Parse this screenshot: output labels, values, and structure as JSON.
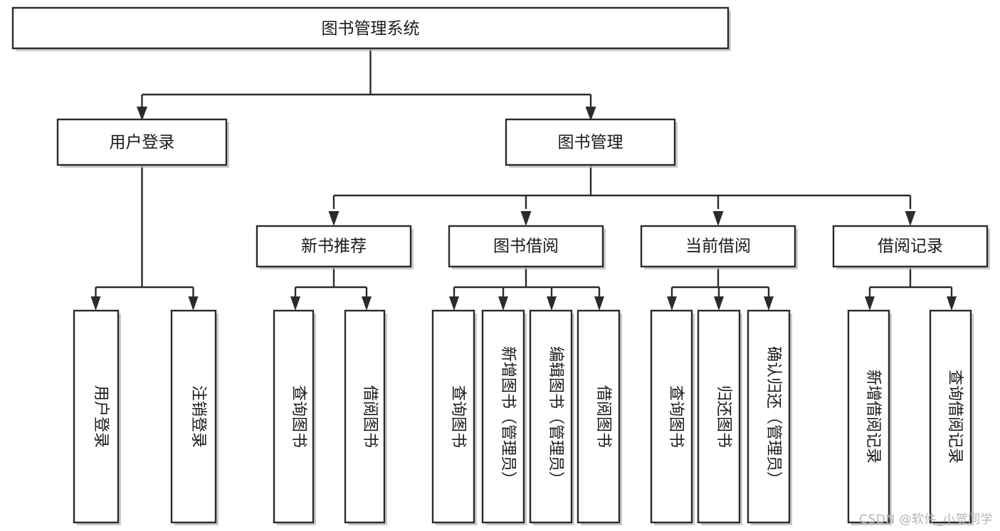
{
  "diagram": {
    "title": "图书管理系统",
    "type": "tree-hierarchy",
    "watermark": "CSDN @软件_小贺同学",
    "colors": {
      "box_fill": "#ffffff",
      "box_stroke": "#2b2b2b",
      "text": "#1a1a1a",
      "shadow": "#b9b9b9",
      "watermark": "#b3b3b3",
      "background": "#ffffff"
    },
    "levels": {
      "level1": "图书管理系统",
      "level2": [
        "用户登录",
        "图书管理"
      ],
      "level3": [
        "新书推荐",
        "图书借阅",
        "当前借阅",
        "借阅记录"
      ]
    },
    "nodes": {
      "root": {
        "label": "图书管理系统",
        "orientation": "horizontal"
      },
      "user_login": {
        "label": "用户登录",
        "orientation": "horizontal"
      },
      "book_manage": {
        "label": "图书管理",
        "orientation": "horizontal"
      },
      "new_book_rec": {
        "label": "新书推荐",
        "orientation": "horizontal"
      },
      "book_borrow": {
        "label": "图书借阅",
        "orientation": "horizontal"
      },
      "current_borrow": {
        "label": "当前借阅",
        "orientation": "horizontal"
      },
      "borrow_record": {
        "label": "借阅记录",
        "orientation": "horizontal"
      },
      "leaf_user_login": {
        "label": "用户登录",
        "orientation": "vertical"
      },
      "leaf_logout": {
        "label": "注销登录",
        "orientation": "vertical"
      },
      "leaf_query_book_1": {
        "label": "查询图书",
        "orientation": "vertical"
      },
      "leaf_borrow_book_1": {
        "label": "借阅图书",
        "orientation": "vertical"
      },
      "leaf_query_book_2": {
        "label": "查询图书",
        "orientation": "vertical"
      },
      "leaf_add_book": {
        "label": "新增图书（管理员）",
        "orientation": "vertical"
      },
      "leaf_edit_book": {
        "label": "编辑图书（管理员）",
        "orientation": "vertical"
      },
      "leaf_borrow_book_2": {
        "label": "借阅图书",
        "orientation": "vertical"
      },
      "leaf_query_book_3": {
        "label": "查询图书",
        "orientation": "vertical"
      },
      "leaf_return_book": {
        "label": "归还图书",
        "orientation": "vertical"
      },
      "leaf_confirm_return": {
        "label": "确认归还（管理员）",
        "orientation": "vertical"
      },
      "leaf_add_record": {
        "label": "新增借阅记录",
        "orientation": "vertical"
      },
      "leaf_query_record": {
        "label": "查询借阅记录",
        "orientation": "vertical"
      }
    },
    "edges": [
      {
        "from": "root",
        "to": "user_login"
      },
      {
        "from": "root",
        "to": "book_manage"
      },
      {
        "from": "user_login",
        "to": "leaf_user_login"
      },
      {
        "from": "user_login",
        "to": "leaf_logout"
      },
      {
        "from": "book_manage",
        "to": "new_book_rec"
      },
      {
        "from": "book_manage",
        "to": "book_borrow"
      },
      {
        "from": "book_manage",
        "to": "current_borrow"
      },
      {
        "from": "book_manage",
        "to": "borrow_record"
      },
      {
        "from": "new_book_rec",
        "to": "leaf_query_book_1"
      },
      {
        "from": "new_book_rec",
        "to": "leaf_borrow_book_1"
      },
      {
        "from": "book_borrow",
        "to": "leaf_query_book_2"
      },
      {
        "from": "book_borrow",
        "to": "leaf_add_book"
      },
      {
        "from": "book_borrow",
        "to": "leaf_edit_book"
      },
      {
        "from": "book_borrow",
        "to": "leaf_borrow_book_2"
      },
      {
        "from": "current_borrow",
        "to": "leaf_query_book_3"
      },
      {
        "from": "current_borrow",
        "to": "leaf_return_book"
      },
      {
        "from": "current_borrow",
        "to": "leaf_confirm_return"
      },
      {
        "from": "borrow_record",
        "to": "leaf_add_record"
      },
      {
        "from": "borrow_record",
        "to": "leaf_query_record"
      }
    ]
  }
}
